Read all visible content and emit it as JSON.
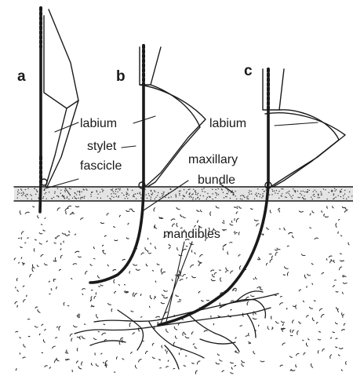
{
  "panels": {
    "a": "a",
    "b": "b",
    "c": "c"
  },
  "labels": {
    "labium_left": "labium",
    "labium_right": "labium",
    "stylet": "stylet",
    "fascicle": "fascicle",
    "maxillary": "maxillary",
    "bundle": "bundle",
    "mandibles": "mandibles"
  },
  "colors": {
    "ink": "#1a1a1a",
    "paper": "#ffffff",
    "surface_layer": "#d9d9d9"
  }
}
